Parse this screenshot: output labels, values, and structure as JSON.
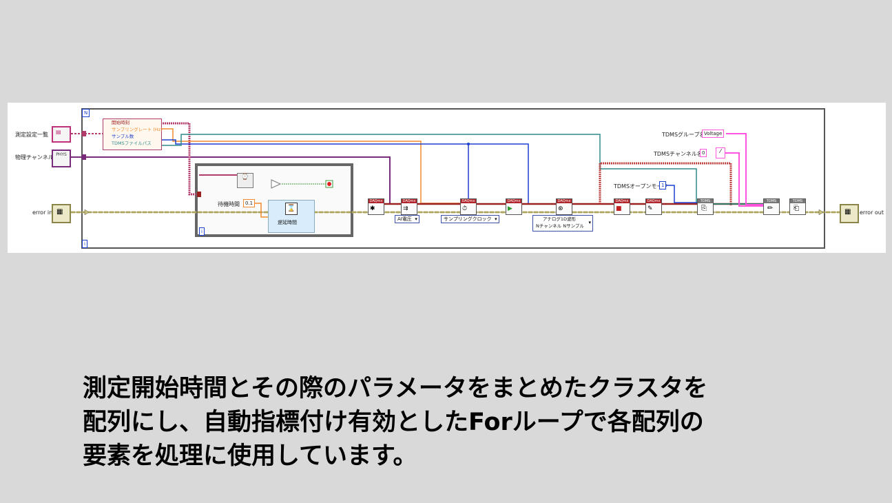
{
  "diagram": {
    "for_loop": {
      "count_terminal": "N",
      "index_terminal": "i"
    },
    "inputs": {
      "measurement_settings": "測定設定一覧",
      "physical_channel": "物理チャンネル",
      "error_in": "error in",
      "error_out": "error out",
      "physical_channel_icon": "PHYS"
    },
    "cluster_unbundle": [
      "開始時刻",
      "サンプリングレート (Hz)",
      "サンプル数",
      "TDMSファイルパス"
    ],
    "wait_structure": {
      "wait_time_label": "待機時間",
      "wait_time_value": "0.1",
      "delay_node_label": "遅延時間"
    },
    "daqmx_header": "DAQmx",
    "tdms_header": "TDMS",
    "selectors": {
      "ai_voltage": "AI電圧",
      "sample_clock": "サンプリングクロック",
      "read_mode_line1": "アナログ1D波形",
      "read_mode_line2": "Nチャンネル Nサンプル"
    },
    "tdms": {
      "group_name_label": "TDMSグループ名",
      "group_name_value": "Voltage",
      "channel_name_label": "TDMSチャンネル名",
      "channel_name_value": "0",
      "open_mode_label": "TDMSオープンモード",
      "open_mode_value": "1"
    },
    "colors": {
      "error_wire": "#c9c27a",
      "cluster_wire": "#b33b6b",
      "path_wire": "#2e8a8a",
      "number_wire": "#f08a2c",
      "integer_wire": "#1b3fcf",
      "channel_wire": "#7a2a7a",
      "string_wire": "#ff55dd",
      "task_wire": "#9b2020",
      "loop_frame": "#666666",
      "daqmx_header": "#b0242b"
    }
  },
  "caption": {
    "line1": "測定開始時間とその際のパラメータをまとめたクラスタを",
    "line2": "配列にし、自動指標付け有効としたForループで各配列の",
    "line3": "要素を処理に使用しています。"
  }
}
